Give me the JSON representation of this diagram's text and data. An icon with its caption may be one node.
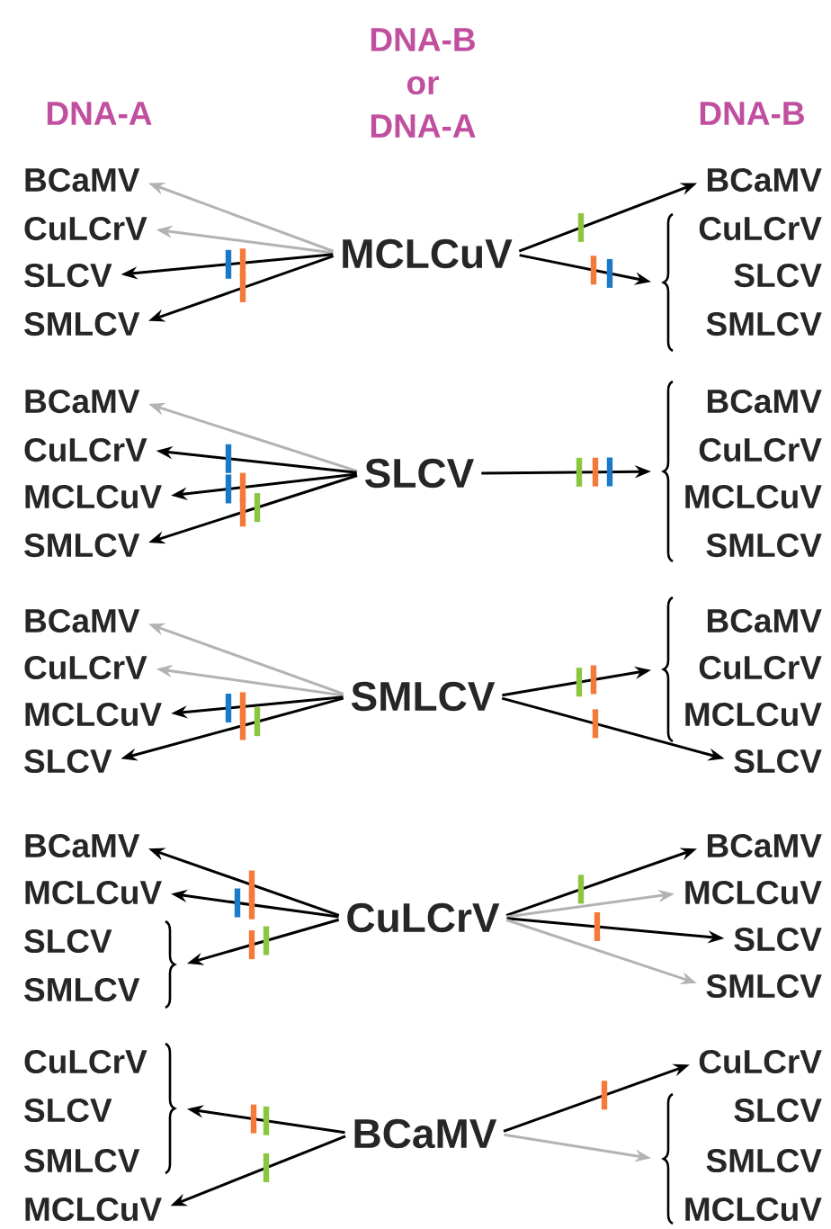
{
  "diagram": {
    "nodes": [
      {
        "text": [
          "BCaMV"
        ]
      },
      {
        "text": [
          "CuLCrV"
        ]
      },
      {
        "text": [
          "SLCV"
        ]
      },
      {
        "text": [
          "SMLCV"
        ]
      },
      {
        "text": [
          "MCLCuV"
        ]
      },
      {
        "text": [
          "BCaMV"
        ]
      },
      {
        "text": [],
        "shape": "brace"
      },
      {
        "text": [
          "CuLCrV"
        ]
      },
      {
        "text": [
          "SLCV"
        ]
      },
      {
        "text": [
          "SMLCV"
        ]
      },
      {
        "text": [
          "BCaMV"
        ]
      },
      {
        "text": [
          "CuLCrV"
        ]
      },
      {
        "text": [
          "MCLCuV"
        ]
      },
      {
        "text": [
          "SMLCV"
        ]
      },
      {
        "text": [
          "SLCV"
        ]
      },
      {
        "text": [],
        "shape": "brace"
      },
      {
        "text": [
          "BCaMV"
        ]
      },
      {
        "text": [
          "CuLCrV"
        ]
      },
      {
        "text": [
          "MCLCuV"
        ]
      },
      {
        "text": [
          "SMLCV"
        ]
      },
      {
        "text": [
          "BCaMV"
        ]
      },
      {
        "text": [
          "CuLCrV"
        ]
      },
      {
        "text": [
          "MCLCuV"
        ]
      },
      {
        "text": [
          "SLCV"
        ]
      },
      {
        "text": [
          "SMLCV"
        ]
      },
      {
        "text": [],
        "shape": "brace"
      },
      {
        "text": [
          "BCaMV"
        ]
      },
      {
        "text": [
          "CuLCrV"
        ]
      },
      {
        "text": [
          "MCLCuV"
        ]
      },
      {
        "text": [
          "SLCV"
        ]
      },
      {
        "text": [
          "BCaMV"
        ]
      },
      {
        "text": [
          "MCLCuV"
        ]
      },
      {
        "text": [],
        "shape": "brace"
      },
      {
        "text": [
          "SLCV"
        ]
      },
      {
        "text": [
          "SMLCV"
        ]
      },
      {
        "text": [
          "CuLCrV"
        ]
      },
      {
        "text": [
          "BCaMV"
        ]
      },
      {
        "text": [
          "MCLCuV"
        ]
      },
      {
        "text": [
          "SLCV"
        ]
      },
      {
        "text": [
          "SMLCV"
        ]
      },
      {
        "text": [],
        "shape": "brace"
      },
      {
        "text": [
          "CuLCrV"
        ]
      },
      {
        "text": [
          "SLCV"
        ]
      },
      {
        "text": [
          "SMLCV"
        ]
      },
      {
        "text": [
          "MCLCuV"
        ]
      },
      {
        "text": [
          "BCaMV"
        ]
      },
      {
        "text": [
          "CuLCrV"
        ]
      },
      {
        "text": [],
        "shape": "brace"
      },
      {
        "text": [
          "SLCV"
        ]
      },
      {
        "text": [
          "SMLCV"
        ]
      },
      {
        "text": [
          "MCLCuV"
        ]
      }
    ],
    "edges": [
      {
        "from": 4,
        "to": 0,
        "arrow": "to",
        "color": "#b3b3b3"
      },
      {
        "from": 4,
        "to": 1,
        "arrow": "to",
        "color": "#b3b3b3"
      },
      {
        "from": 4,
        "to": 2,
        "arrow": "to"
      },
      {
        "from": 4,
        "to": 3,
        "arrow": "to"
      },
      {
        "from": 4,
        "to": 5,
        "arrow": "to"
      },
      {
        "from": 4,
        "to": 6,
        "arrow": "to"
      },
      {
        "from": 14,
        "to": 10,
        "arrow": "to",
        "color": "#b3b3b3"
      },
      {
        "from": 14,
        "to": 11,
        "arrow": "to"
      },
      {
        "from": 14,
        "to": 12,
        "arrow": "to"
      },
      {
        "from": 14,
        "to": 13,
        "arrow": "to"
      },
      {
        "from": 14,
        "to": 15,
        "arrow": "to"
      },
      {
        "from": 24,
        "to": 20,
        "arrow": "to",
        "color": "#b3b3b3"
      },
      {
        "from": 24,
        "to": 21,
        "arrow": "to",
        "color": "#b3b3b3"
      },
      {
        "from": 24,
        "to": 22,
        "arrow": "to"
      },
      {
        "from": 24,
        "to": 23,
        "arrow": "to"
      },
      {
        "from": 24,
        "to": 25,
        "arrow": "to"
      },
      {
        "from": 24,
        "to": 29,
        "arrow": "to"
      },
      {
        "from": 35,
        "to": 30,
        "arrow": "to"
      },
      {
        "from": 35,
        "to": 31,
        "arrow": "to"
      },
      {
        "from": 35,
        "to": 32,
        "arrow": "to"
      },
      {
        "from": 35,
        "to": 36,
        "arrow": "to"
      },
      {
        "from": 35,
        "to": 37,
        "arrow": "to",
        "color": "#b3b3b3"
      },
      {
        "from": 35,
        "to": 38,
        "arrow": "to"
      },
      {
        "from": 35,
        "to": 39,
        "arrow": "to",
        "color": "#b3b3b3"
      },
      {
        "from": 45,
        "to": 40,
        "arrow": "to"
      },
      {
        "from": 45,
        "to": 44,
        "arrow": "to"
      },
      {
        "from": 45,
        "to": 46,
        "arrow": "to"
      },
      {
        "from": 45,
        "to": 47,
        "arrow": "to",
        "color": "#b3b3b3"
      }
    ],
    "labels": [
      "DNA-A",
      "DNA-B or DNA-A",
      "DNA-B"
    ]
  }
}
